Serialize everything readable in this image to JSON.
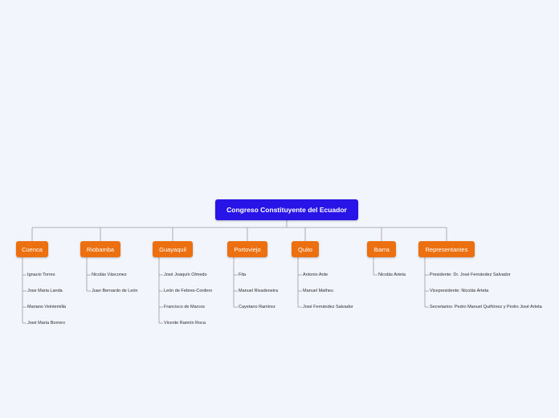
{
  "root": {
    "label": "Congreso Constituyente del Ecuador"
  },
  "colors": {
    "background": "#f3f5fd",
    "root": "#2814e6",
    "branch": "#ec7010",
    "line": "#9a9a9a"
  },
  "branches": [
    {
      "label": "Cuenca",
      "children": [
        "Ignacio Torres",
        "Jose Maria Landa",
        "Mariano Veintemilla",
        "José María Borrero"
      ]
    },
    {
      "label": "Riobamba",
      "children": [
        "Nicolás Vásconez",
        "Juan Bernardo de León"
      ]
    },
    {
      "label": "Guayaquil",
      "children": [
        "José Joaquín Olmedo",
        "León de Febres-Cordero",
        "Francisco de Marcos",
        "Vicente Ramón Roca"
      ]
    },
    {
      "label": "Portoviejo",
      "children": [
        "Fita",
        "Manuel Rivadeneira",
        "Cayetano Ramírez"
      ]
    },
    {
      "label": "Quito",
      "children": [
        "Antonio Ante",
        "Manuel Matheu",
        "José Fernández Salvador"
      ]
    },
    {
      "label": "Ibarra",
      "children": [
        "Nicolás Arteta"
      ]
    },
    {
      "label": "Representantes",
      "children": [
        "Presidente: Dr. José Fernández Salvador",
        "Vicepresidente: Nicolás Arteta",
        "Secretarios: Pedro Manuel Quiñónez y Pedro José Arteta"
      ]
    }
  ]
}
